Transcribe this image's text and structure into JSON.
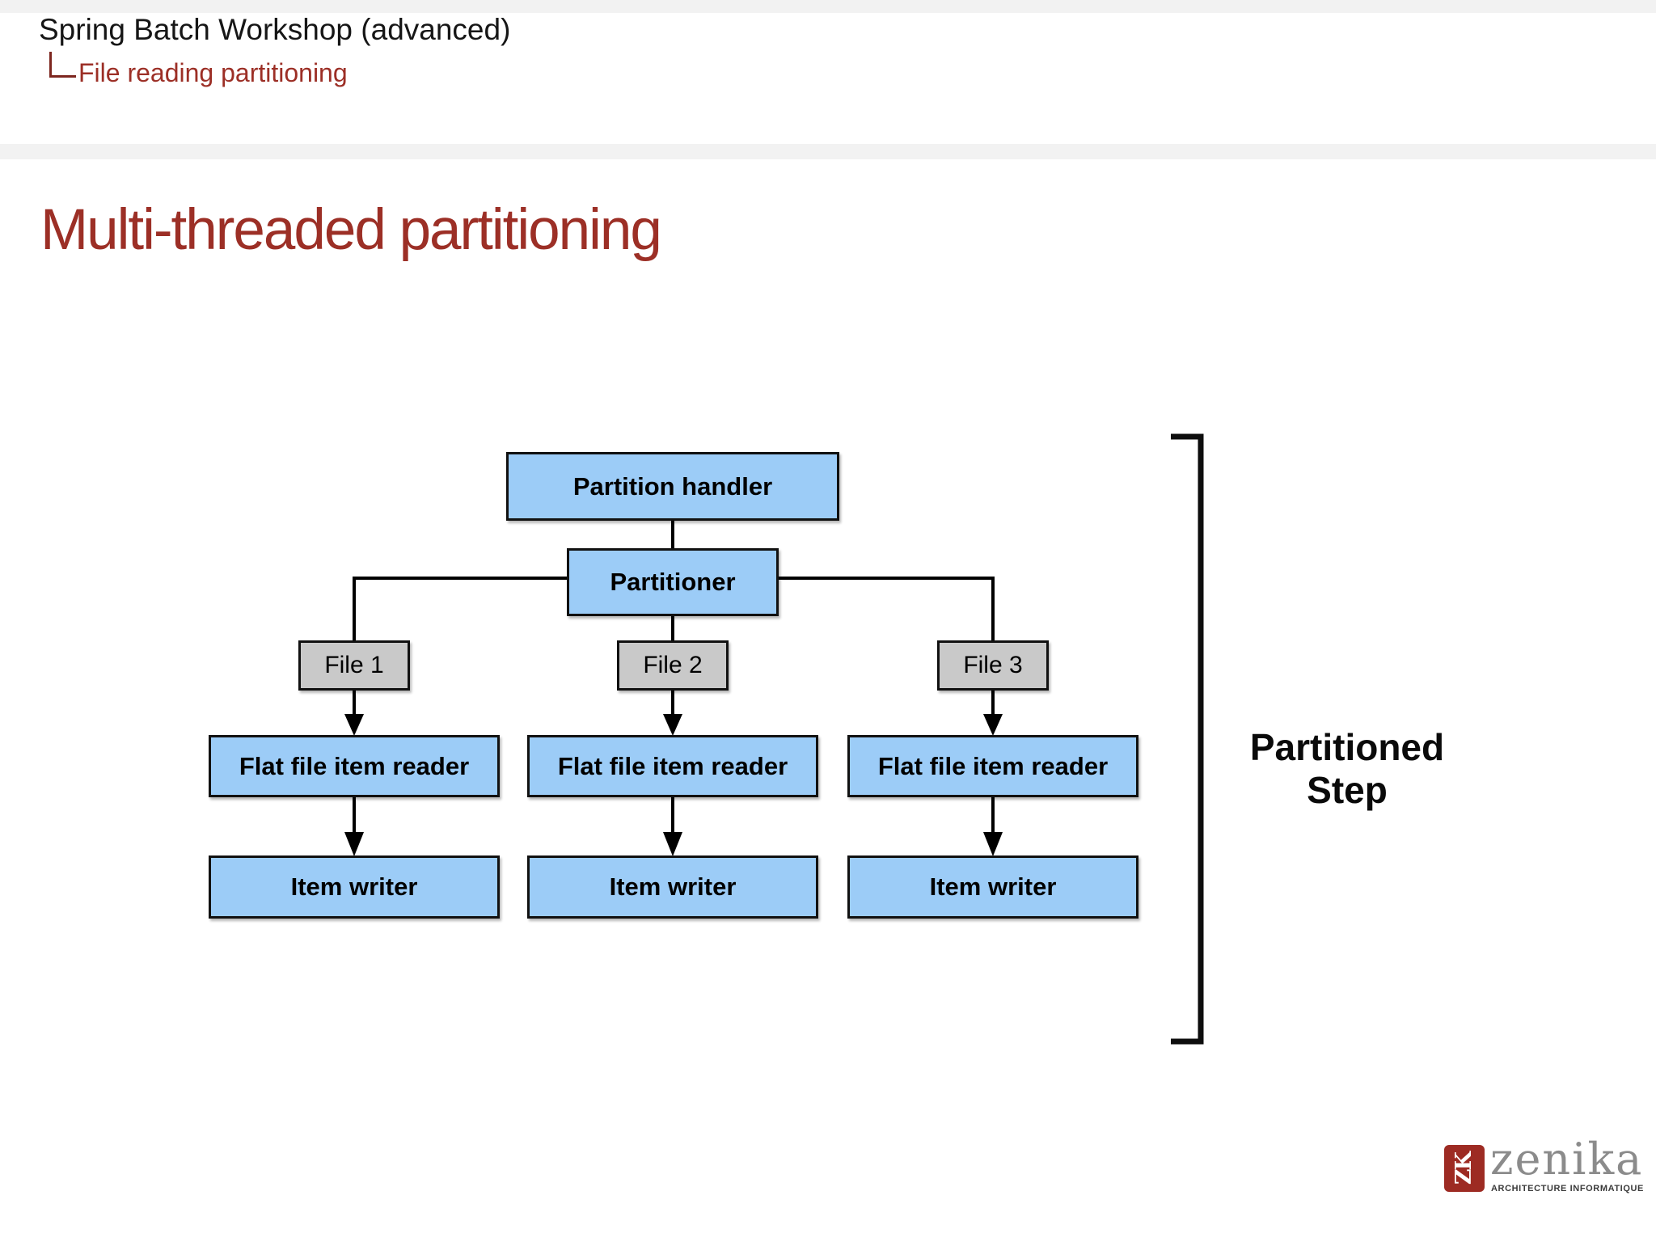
{
  "header": {
    "presentation_title": "Spring Batch Workshop (advanced)",
    "section": "File reading partitioning"
  },
  "slide": {
    "title": "Multi-threaded partitioning"
  },
  "diagram": {
    "partition_handler": "Partition handler",
    "partitioner": "Partitioner",
    "columns": [
      {
        "file": "File 1",
        "reader": "Flat file item reader",
        "writer": "Item writer"
      },
      {
        "file": "File 2",
        "reader": "Flat file item reader",
        "writer": "Item writer"
      },
      {
        "file": "File 3",
        "reader": "Flat file item reader",
        "writer": "Item writer"
      }
    ],
    "bracket_label": {
      "line1": "Partitioned",
      "line2": "Step"
    }
  },
  "logo": {
    "mark_text": "ZK",
    "name": "zenika",
    "tagline": "ARCHITECTURE INFORMATIQUE"
  },
  "colors": {
    "accent_red": "#9c2f26",
    "box_blue": "#9cccf7",
    "box_gray": "#c9c9c9",
    "logo_red": "#9d2b23"
  }
}
